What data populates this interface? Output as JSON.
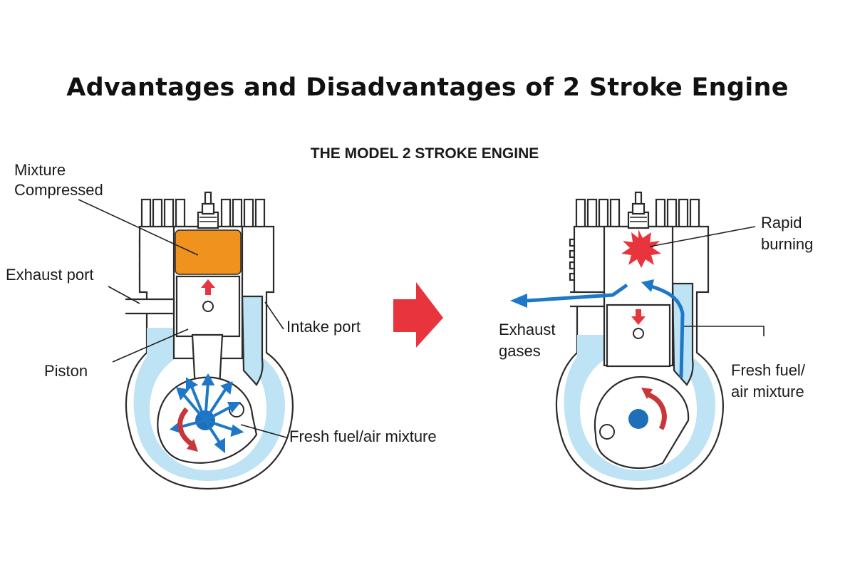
{
  "title": "Advantages and Disadvantages of 2 Stroke Engine",
  "subtitle": "THE MODEL 2 STROKE ENGINE",
  "left_engine": {
    "labels": {
      "mixture_line1": "Mixture",
      "mixture_line2": "Compressed",
      "exhaust_port": "Exhaust port",
      "piston": "Piston",
      "intake_port": "Intake port",
      "fresh_mixture": "Fresh fuel/air mixture"
    }
  },
  "right_engine": {
    "labels": {
      "rapid": "Rapid",
      "burning": "burning",
      "exhaust": "Exhaust",
      "gases": "gases",
      "fresh_line1": "Fresh fuel/",
      "fresh_line2": "air mixture"
    }
  },
  "colors": {
    "mixture": "#F0931E",
    "fuel": "#BEE3F5",
    "flow_arrow": "#1E78C8",
    "red": "#E8343C",
    "crank_hub": "#1E6FB8",
    "rotation_arrow": "#C8363A"
  },
  "icons": {
    "stage_arrow": "right-arrow-icon",
    "spark_plug": "spark-plug-icon",
    "explosion": "explosion-icon"
  }
}
